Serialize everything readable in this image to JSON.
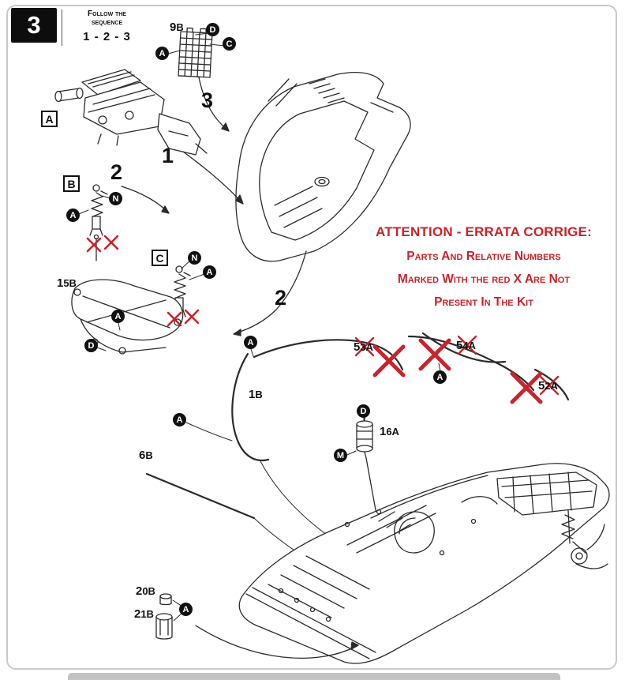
{
  "header": {
    "step_number": "3",
    "sequence_line1": "Follow the",
    "sequence_line2": "sequence",
    "sequence_numbers": "1 - 2 - 3"
  },
  "bignums": {
    "n1": "1",
    "n2a": "2",
    "n2b": "2",
    "n3": "3"
  },
  "boxes": {
    "a": "A",
    "b": "B",
    "c": "C"
  },
  "parts": {
    "p9b": "9B",
    "p15b": "15B",
    "p1b": "1B",
    "p6b": "6B",
    "p16a": "16A",
    "p20b": "20B",
    "p21b": "21B",
    "p53a": "53A",
    "p54a": "54A",
    "p52a": "52A"
  },
  "callouts": [
    {
      "label": "D"
    },
    {
      "label": "C"
    },
    {
      "label": "A"
    },
    {
      "label": "N"
    },
    {
      "label": "A"
    },
    {
      "label": "N"
    },
    {
      "label": "A"
    },
    {
      "label": "A"
    },
    {
      "label": "D"
    },
    {
      "label": "A"
    },
    {
      "label": "A"
    },
    {
      "label": "A"
    },
    {
      "label": "D"
    },
    {
      "label": "M"
    },
    {
      "label": "A"
    }
  ],
  "errata": {
    "title": "ATTENTION - ERRATA CORRIGE:",
    "line2": "Parts And Relative Numbers",
    "line3": "Marked With the red X Are Not",
    "line4": "Present In The Kit"
  },
  "colors": {
    "errata_red": "#c9232b",
    "ink": "#222222"
  }
}
